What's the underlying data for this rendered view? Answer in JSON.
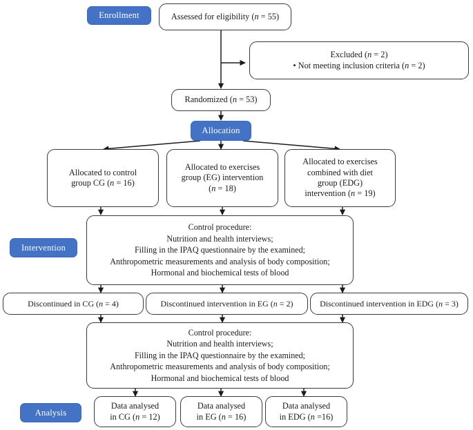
{
  "diagram": {
    "title": "CONSORT participant flow diagram",
    "accent_color": "#4472C4",
    "border_color": "#3A3A3A",
    "background_color": "#FFFFFF"
  },
  "stages": {
    "enrollment": "Enrollment",
    "allocation": "Allocation",
    "intervention": "Intervention",
    "analysis": "Analysis"
  },
  "nodes": {
    "assessed": "Assessed for eligibility (n = 55)",
    "excluded": "Excluded (n = 2)\n• Not meeting inclusion criteria (n = 2)",
    "randomized": "Randomized (n = 53)",
    "alloc_cg": "Allocated to control\ngroup CG (n = 16)",
    "alloc_eg": "Allocated to exercises\ngroup (EG) intervention\n(n = 18)",
    "alloc_edg": "Allocated to exercises\ncombined with diet\ngroup (EDG)\nintervention (n = 19)",
    "procedure_1": "Control procedure:\nNutrition and health interviews;\nFilling in the IPAQ questionnaire by the examined;\nAnthropometric measurements and analysis of body composition;\nHormonal and biochemical tests of blood",
    "discontinued_cg": "Discontinued in CG (n = 4)",
    "discontinued_eg": "Discontinued intervention in EG (n = 2)",
    "discontinued_edg": "Discontinued intervention in EDG (n = 3)",
    "procedure_2": "Control procedure:\nNutrition and health interviews;\nFilling in the IPAQ questionnaire by the examined;\nAnthropometric measurements and analysis of body composition;\nHormonal and biochemical tests of blood",
    "analysed_cg": "Data analysed\nin CG (n = 12)",
    "analysed_eg": "Data analysed\nin EG (n = 16)",
    "analysed_edg": "Data analysed\nin EDG (n =16)"
  },
  "counts": {
    "assessed": 55,
    "excluded": 2,
    "randomized": 53,
    "allocated_cg": 16,
    "allocated_eg": 18,
    "allocated_edg": 19,
    "discontinued_cg": 4,
    "discontinued_eg": 2,
    "discontinued_edg": 3,
    "analysed_cg": 12,
    "analysed_eg": 16,
    "analysed_edg": 16
  }
}
